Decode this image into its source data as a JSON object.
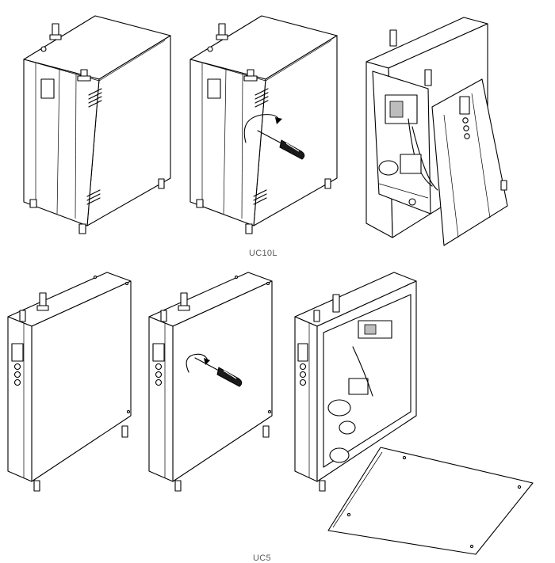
{
  "captions": {
    "top": "UC10L",
    "bottom": "UC5"
  },
  "steps": {
    "top_row": [
      "closed-unit",
      "unscrew-cover",
      "cover-removed"
    ],
    "bottom_row": [
      "closed-unit",
      "unscrew-cover",
      "cover-removed"
    ]
  },
  "colors": {
    "line": "#000000",
    "background": "#ffffff",
    "caption": "#5a5a5a"
  }
}
